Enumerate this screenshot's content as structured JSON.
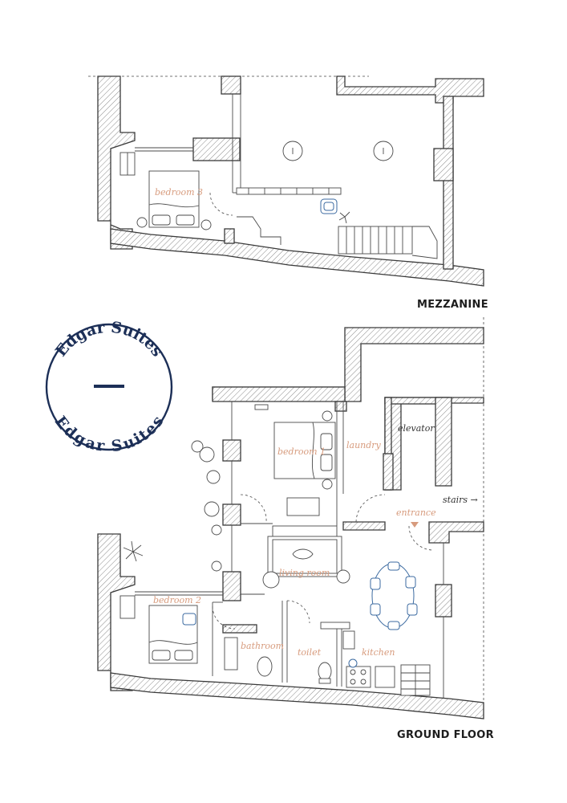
{
  "floors": {
    "mezzanine": {
      "title": "MEZZANINE",
      "rooms": {
        "bedroom3": "bedroom 3"
      }
    },
    "ground": {
      "title": "GROUND FLOOR",
      "rooms": {
        "bedroom1": "bedroom 1",
        "laundry": "laundry",
        "elevator": "elevator",
        "stairs": "stairs →",
        "entrance": "entrance",
        "living_room": "living room",
        "bedroom2": "bedroom 2",
        "bathroom": "bathroom",
        "toilet": "toilet",
        "kitchen": "kitchen"
      }
    }
  },
  "logo": {
    "top_text": "Edgar Suites",
    "bottom_text": "Edgar Suites",
    "color": "#1c2f57"
  },
  "colors": {
    "room_label": "#d79b7d",
    "furniture_accent": "#3b6aa0",
    "walls": "#3a3a3a"
  }
}
